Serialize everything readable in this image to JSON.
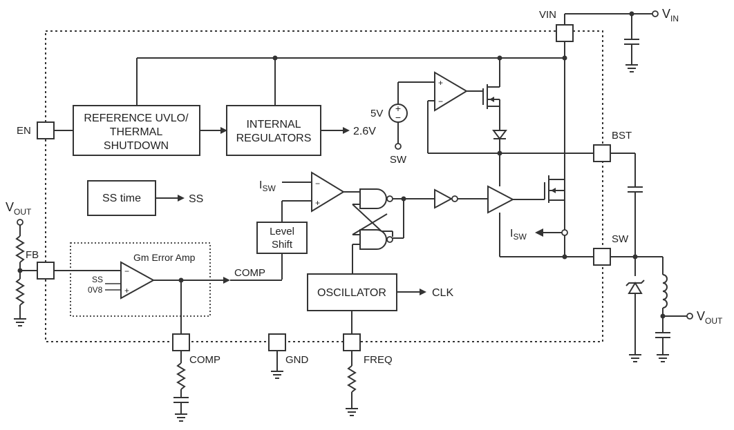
{
  "blocks": {
    "reference": [
      "REFERENCE UVLO/",
      "THERMAL",
      "SHUTDOWN"
    ],
    "regulators": [
      "INTERNAL",
      "REGULATORS"
    ],
    "ss_time": "SS time",
    "level_shift": [
      "Level",
      "Shift"
    ],
    "oscillator": "OSCILLATOR",
    "error_amp": "Gm Error Amp"
  },
  "outputs": {
    "v26": "2.6V",
    "ss": "SS",
    "clk": "CLK",
    "comp_internal": "COMP"
  },
  "pins": {
    "en": "EN",
    "fb": "FB",
    "vin": "VIN",
    "bst": "BST",
    "sw": "SW",
    "comp": "COMP",
    "gnd": "GND",
    "freq": "FREQ"
  },
  "labels": {
    "source_5v": "5V",
    "sw_ref": "SW",
    "isw": "I",
    "isw_sub": "SW",
    "amp_ss": "SS",
    "amp_0v8": "0V8",
    "vout_left": "V",
    "vout_left_sub": "OUT",
    "vout_right": "V",
    "vout_right_sub": "OUT",
    "vin_ext": "V",
    "vin_ext_sub": "IN"
  }
}
